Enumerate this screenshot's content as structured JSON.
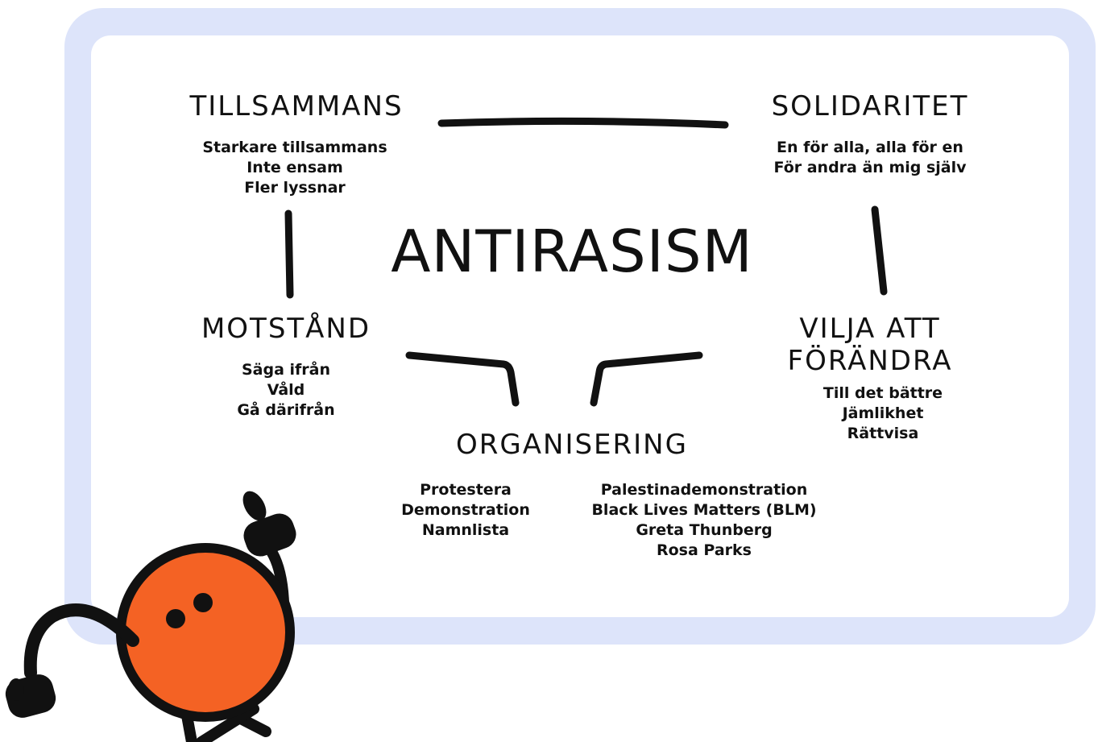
{
  "center": {
    "title": "ANTIRASISM"
  },
  "nodes": {
    "tillsammans": {
      "heading": "TILLSAMMANS",
      "items": [
        "Starkare tillsammans",
        "Inte ensam",
        "Fler lyssnar"
      ]
    },
    "solidaritet": {
      "heading": "SOLIDARITET",
      "items": [
        "En för alla, alla för en",
        "För andra än mig själv"
      ]
    },
    "motstand": {
      "heading": "MOTSTÅND",
      "items": [
        "Säga ifrån",
        "Våld",
        "Gå därifrån"
      ]
    },
    "vilja": {
      "heading_line1": "VILJA ATT",
      "heading_line2": "FÖRÄNDRA",
      "items": [
        "Till det bättre",
        "Jämlikhet",
        "Rättvisa"
      ]
    },
    "organisering": {
      "heading": "ORGANISERING",
      "items_left": [
        "Protestera",
        "Demonstration",
        "Namnlista"
      ],
      "items_right": [
        "Palestinademonstration",
        "Black Lives Matters (BLM)",
        "Greta Thunberg",
        "Rosa Parks"
      ]
    }
  },
  "colors": {
    "frame": "#dde4fa",
    "board": "#ffffff",
    "ink": "#111111",
    "mascot": "#f46224"
  }
}
